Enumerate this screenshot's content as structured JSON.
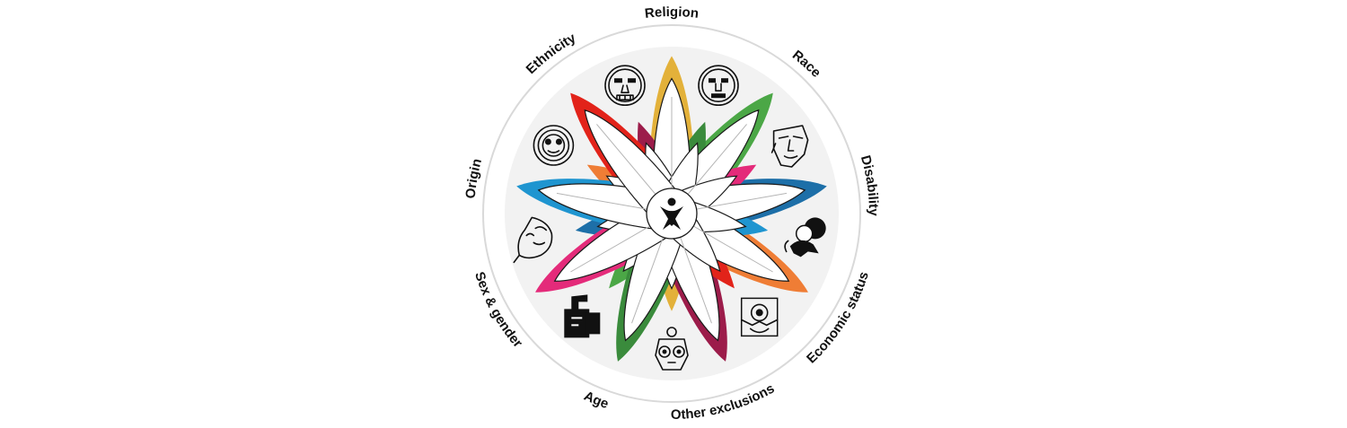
{
  "segments": [
    {
      "key": "religion",
      "label": "Religion",
      "color": "#e3b13a",
      "icon": "religion-mask-icon"
    },
    {
      "key": "race",
      "label": "Race",
      "color": "#4ba746",
      "icon": "race-mask-icon"
    },
    {
      "key": "disability",
      "label": "Disability",
      "color": "#1d6fa8",
      "icon": "disability-figure-icon"
    },
    {
      "key": "economic-status",
      "label": "Economic status",
      "color": "#ef7d35",
      "icon": "economic-status-icon"
    },
    {
      "key": "other-exclusions",
      "label": "Other exclusions",
      "color": "#9c1c4a",
      "icon": "other-exclusions-mask-icon"
    },
    {
      "key": "age",
      "label": "Age",
      "color": "#3a8b3c",
      "icon": "age-mask-icon"
    },
    {
      "key": "sex-gender",
      "label": "Sex & gender",
      "color": "#e42b7a",
      "icon": "sex-gender-mask-icon"
    },
    {
      "key": "origin",
      "label": "Origin",
      "color": "#1f95d0",
      "icon": "origin-mask-icon"
    },
    {
      "key": "ethnicity",
      "label": "Ethnicity",
      "color": "#e2231a",
      "icon": "ethnicity-mask-icon"
    }
  ],
  "ring": {
    "outer_stroke": "#d9d9d9",
    "band_fill": "#f2f2f2"
  },
  "center": {
    "icon": "person-figure-icon",
    "color": "#111111"
  }
}
